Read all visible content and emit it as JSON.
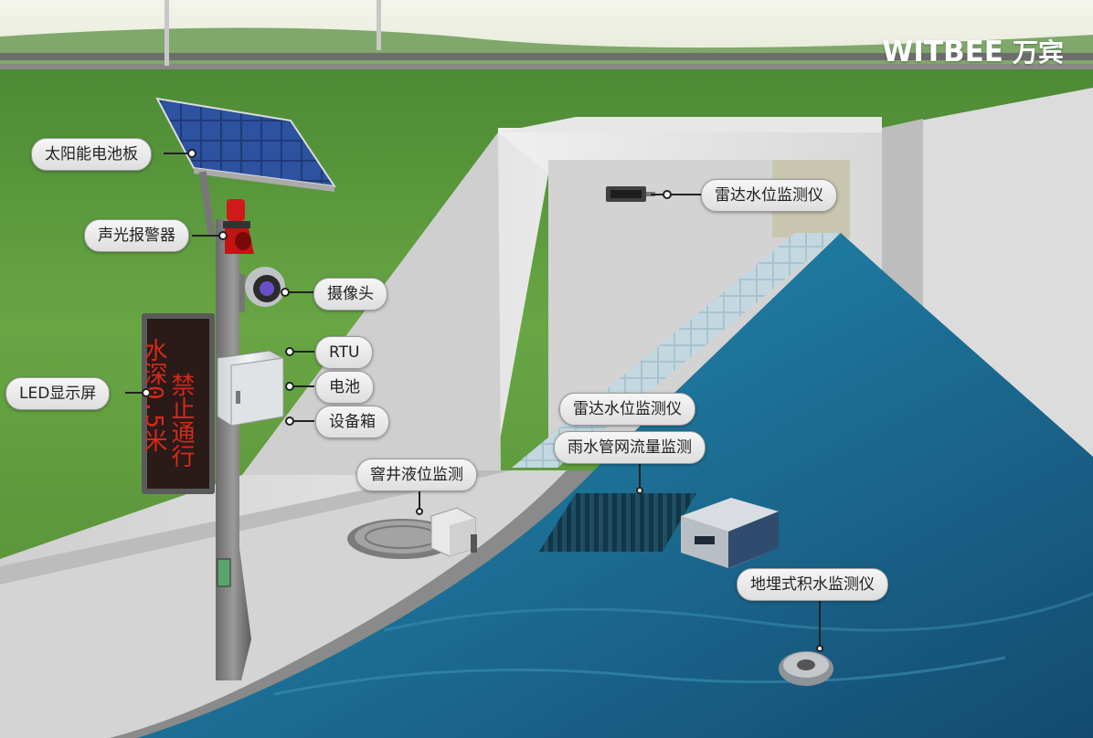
{
  "brand": {
    "name": "WITBEE",
    "chinese": "万宾"
  },
  "led_display": {
    "lines": [
      "禁止通行",
      "水深0.5米"
    ]
  },
  "labels": {
    "solar_panel": "太阳能电池板",
    "alarm": "声光报警器",
    "camera": "摄像头",
    "led_screen": "LED显示屏",
    "rtu": "RTU",
    "battery": "电池",
    "equipment_box": "设备箱",
    "manhole_level": "窨井液位监测",
    "radar_top": "雷达水位监测仪",
    "radar_mid": "雷达水位监测仪",
    "rain_pipe_flow": "雨水管网流量监测",
    "buried_water": "地埋式积水监测仪"
  },
  "colors": {
    "water": "#1d5f86",
    "grass": "#5d9a3c",
    "concrete": "#d7d7d7",
    "led_red": "#d42a1a"
  }
}
